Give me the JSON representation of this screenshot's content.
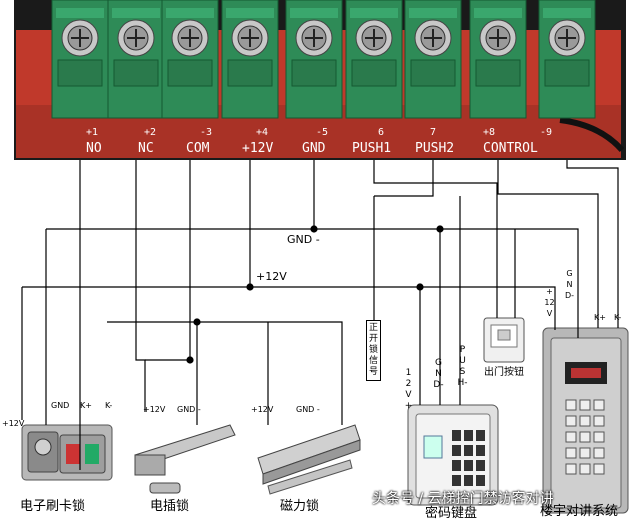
{
  "terminals": [
    {
      "num": "+1",
      "label": "NO"
    },
    {
      "num": "+2",
      "label": "NC"
    },
    {
      "num": "-3",
      "label": "COM"
    },
    {
      "num": "+4",
      "label": "+12V"
    },
    {
      "num": "-5",
      "label": "GND"
    },
    {
      "num": "6",
      "label": "PUSH1"
    },
    {
      "num": "7",
      "label": "PUSH2"
    },
    {
      "num": "+8",
      "label": "CONTROL"
    },
    {
      "num": "-9",
      "label": ""
    }
  ],
  "bus": {
    "gnd": "GND -",
    "v12": "+12V"
  },
  "card_lock": {
    "caption": "电子刷卡锁",
    "plus12": "+12V",
    "gnd": "GND",
    "kplus": "K+",
    "kminus": "K-"
  },
  "bolt_lock": {
    "caption": "电插锁",
    "plus12": "+12V",
    "gnd": "GND -"
  },
  "mag_lock": {
    "caption": "磁力锁",
    "plus12": "+12V",
    "gnd": "GND -"
  },
  "keypad": {
    "caption": "密码键盘",
    "v12": "12V+",
    "gnd": "GND-",
    "push": "PUSH-"
  },
  "open_signal": "正开锁信号",
  "exit_button": {
    "caption": "出门按钮"
  },
  "intercom": {
    "caption": "楼宇对讲系统",
    "v12": "+12V",
    "gnd": "GND-",
    "kplus": "K+",
    "kminus": "K-"
  },
  "watermark": "头条号 / 云梯控门禁访客对讲",
  "colors": {
    "board": "#c0392b",
    "terminal_block": "#2e8b57",
    "wire": "#000000"
  },
  "icons": [
    "screw-terminal-icon",
    "lock-icon",
    "keypad-icon",
    "exit-button-icon",
    "intercom-panel-icon"
  ]
}
